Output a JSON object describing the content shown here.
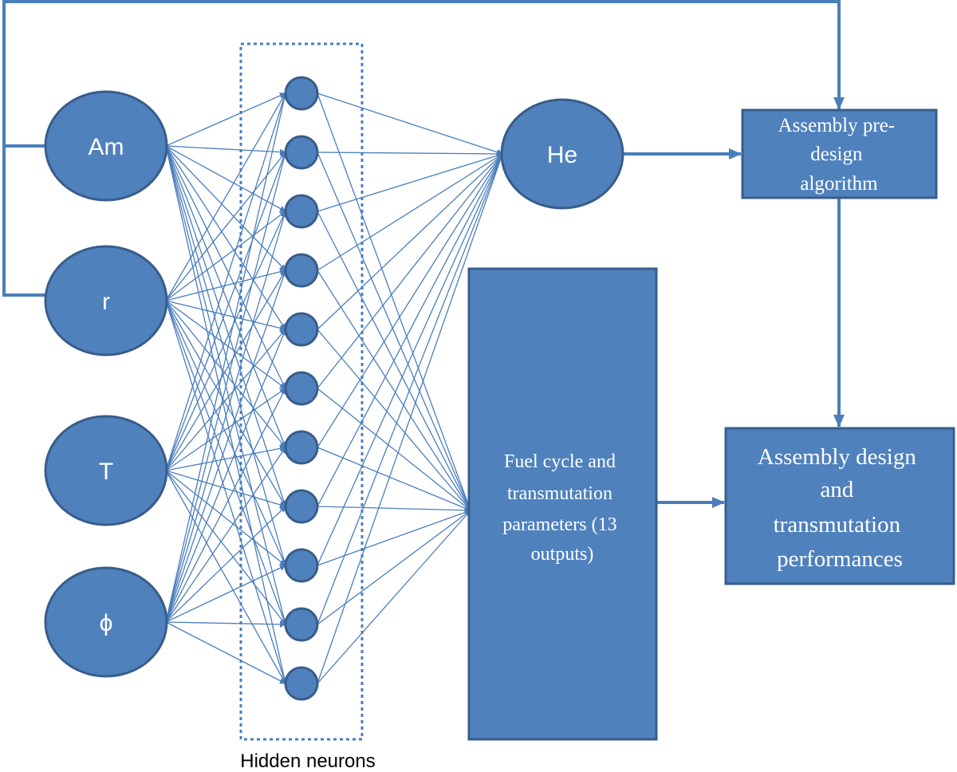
{
  "inputs": [
    {
      "id": "am",
      "label": "Am"
    },
    {
      "id": "r",
      "label": "r"
    },
    {
      "id": "t",
      "label": "T"
    },
    {
      "id": "phi",
      "label": "ϕ"
    }
  ],
  "hidden_layer": {
    "caption": "Hidden neurons",
    "neuron_count": 11
  },
  "outputs": {
    "he_label": "He",
    "fuel_box_lines": [
      "Fuel cycle and",
      "transmutation",
      "parameters (13",
      "outputs)"
    ]
  },
  "predesign_box_lines": [
    "Assembly pre-",
    "design",
    "algorithm"
  ],
  "performance_box_lines": [
    "Assembly design",
    "and",
    "transmutation",
    "performances"
  ],
  "colors": {
    "fill": "#4f81bd",
    "stroke": "#385d8a",
    "line": "#4a7ebb"
  }
}
